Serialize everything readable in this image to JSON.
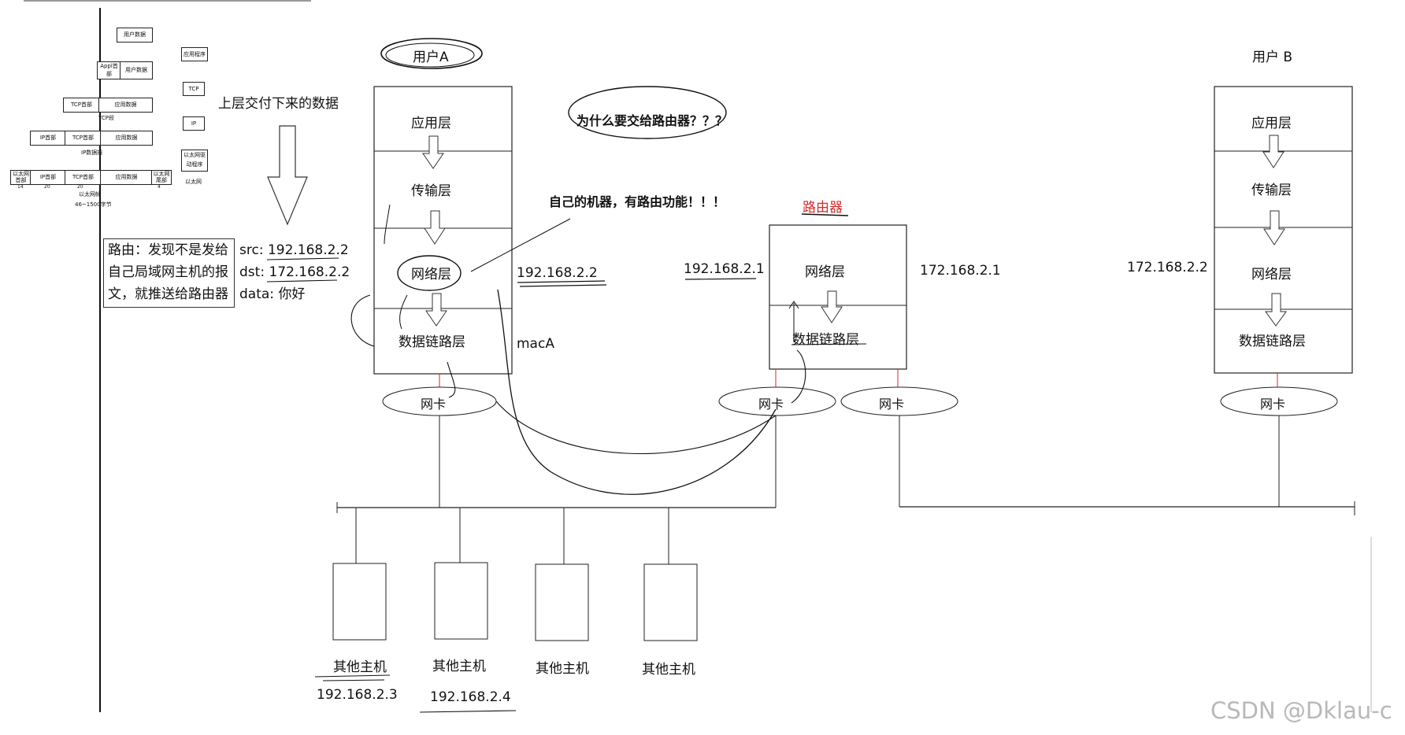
{
  "page": {
    "watermark": "CSDN @Dklau-c",
    "left_note": {
      "lines": [
        "路由：发现不是发给",
        "自己局域网主机的报",
        "文，就推送给路由器"
      ]
    },
    "packet": {
      "src_label": "src:",
      "src_value": "192.168.2.2",
      "dst_label": "dst:",
      "dst_value": "172.168.2.2",
      "data_label": "data:",
      "data_value": "你好"
    },
    "arrow_caption": "上层交付下来的数据",
    "question_note": "为什么要交给路由器？？？",
    "answer_note": "自己的机器，有路由功能！！！"
  },
  "encapsulation_diagram": {
    "rows": [
      [
        "用户数据"
      ],
      [
        "Appl首部",
        "用户数据"
      ],
      [
        "TCP首部",
        "应用数据"
      ],
      [
        "TCP段"
      ],
      [
        "IP首部",
        "TCP首部",
        "应用数据"
      ],
      [
        "IP数据报"
      ],
      [
        "以太网首部",
        "IP首部",
        "TCP首部",
        "应用数据",
        "以太网尾部"
      ],
      [
        "14",
        "20",
        "20",
        "4"
      ],
      [
        "以太网帧"
      ],
      [
        "46~1500字节"
      ]
    ],
    "stack": [
      "应用程序",
      "TCP",
      "IP",
      "以太网驱动程序",
      "以太网"
    ]
  },
  "host_a": {
    "title": "用户A",
    "layers": [
      "应用层",
      "传输层",
      "网络层",
      "数据链路层"
    ],
    "ip": "192.168.2.2",
    "mac": "macA",
    "nic": "网卡"
  },
  "router": {
    "title": "路由器",
    "layers": [
      "网络层",
      "数据链路层"
    ],
    "ip_left": "192.168.2.1",
    "ip_right": "172.168.2.1",
    "nic_left": "网卡",
    "nic_right": "网卡"
  },
  "host_b": {
    "title": "用户 B",
    "layers": [
      "应用层",
      "传输层",
      "网络层",
      "数据链路层"
    ],
    "ip": "172.168.2.2",
    "nic": "网卡"
  },
  "lan_hosts": [
    {
      "label": "其他主机",
      "ip": "192.168.2.3"
    },
    {
      "label": "其他主机",
      "ip": "192.168.2.4"
    },
    {
      "label": "其他主机",
      "ip": ""
    },
    {
      "label": "其他主机",
      "ip": ""
    }
  ]
}
